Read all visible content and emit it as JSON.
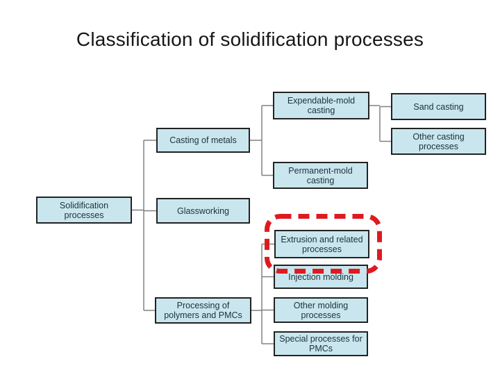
{
  "slide": {
    "title": "Classification of solidification processes"
  },
  "diagram": {
    "nodes": [
      {
        "id": "solidification-processes",
        "label": "Solidification processes"
      },
      {
        "id": "casting-of-metals",
        "label": "Casting of metals"
      },
      {
        "id": "glassworking",
        "label": "Glassworking"
      },
      {
        "id": "processing-of-polymers-and-pmcs",
        "label": "Processing of polymers and PMCs"
      },
      {
        "id": "expendable-mold-casting",
        "label": "Expendable-mold casting"
      },
      {
        "id": "permanent-mold-casting",
        "label": "Permanent-mold casting"
      },
      {
        "id": "sand-casting",
        "label": "Sand casting"
      },
      {
        "id": "other-casting-processes",
        "label": "Other casting processes"
      },
      {
        "id": "extrusion-and-related-processes",
        "label": "Extrusion and related processes"
      },
      {
        "id": "injection-molding",
        "label": "Injection molding"
      },
      {
        "id": "other-molding-processes",
        "label": "Other molding processes"
      },
      {
        "id": "special-processes-for-pmcs",
        "label": "Special processes for PMCs"
      }
    ],
    "highlighted_node": "Extrusion and related processes",
    "colors": {
      "node_fill": "#c9e6ee",
      "node_border": "#222222",
      "node_text": "#1e3038",
      "connector": "#808080",
      "highlight": "#de1a21"
    }
  }
}
